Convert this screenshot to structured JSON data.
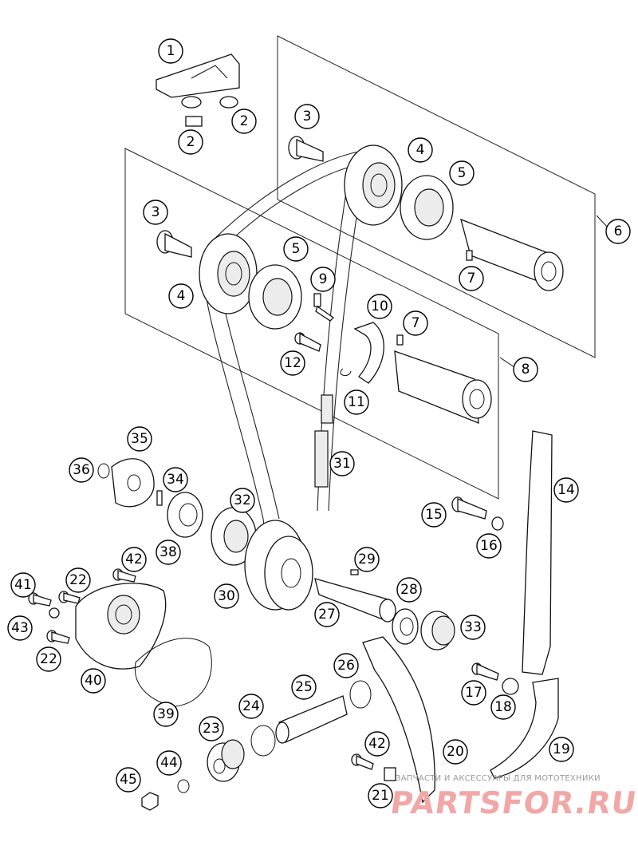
{
  "diagram": {
    "callouts": [
      {
        "label": "1"
      },
      {
        "label": "2"
      },
      {
        "label": "2"
      },
      {
        "label": "3"
      },
      {
        "label": "4"
      },
      {
        "label": "5"
      },
      {
        "label": "6"
      },
      {
        "label": "7"
      },
      {
        "label": "3"
      },
      {
        "label": "5"
      },
      {
        "label": "9"
      },
      {
        "label": "4"
      },
      {
        "label": "10"
      },
      {
        "label": "7"
      },
      {
        "label": "12"
      },
      {
        "label": "8"
      },
      {
        "label": "11"
      },
      {
        "label": "35"
      },
      {
        "label": "36"
      },
      {
        "label": "31"
      },
      {
        "label": "34"
      },
      {
        "label": "14"
      },
      {
        "label": "32"
      },
      {
        "label": "15"
      },
      {
        "label": "16"
      },
      {
        "label": "38"
      },
      {
        "label": "42"
      },
      {
        "label": "29"
      },
      {
        "label": "41"
      },
      {
        "label": "22"
      },
      {
        "label": "30"
      },
      {
        "label": "28"
      },
      {
        "label": "27"
      },
      {
        "label": "33"
      },
      {
        "label": "43"
      },
      {
        "label": "22"
      },
      {
        "label": "26"
      },
      {
        "label": "40"
      },
      {
        "label": "17"
      },
      {
        "label": "25"
      },
      {
        "label": "18"
      },
      {
        "label": "24"
      },
      {
        "label": "39"
      },
      {
        "label": "23"
      },
      {
        "label": "42"
      },
      {
        "label": "20"
      },
      {
        "label": "19"
      },
      {
        "label": "44"
      },
      {
        "label": "45"
      },
      {
        "label": "21"
      }
    ]
  },
  "watermark": {
    "tagline": "ЗАПЧАСТИ И АКСЕССУАРЫ ДЛЯ МОТОТЕХНИКИ",
    "brand": "PARTSFOR.RU"
  }
}
